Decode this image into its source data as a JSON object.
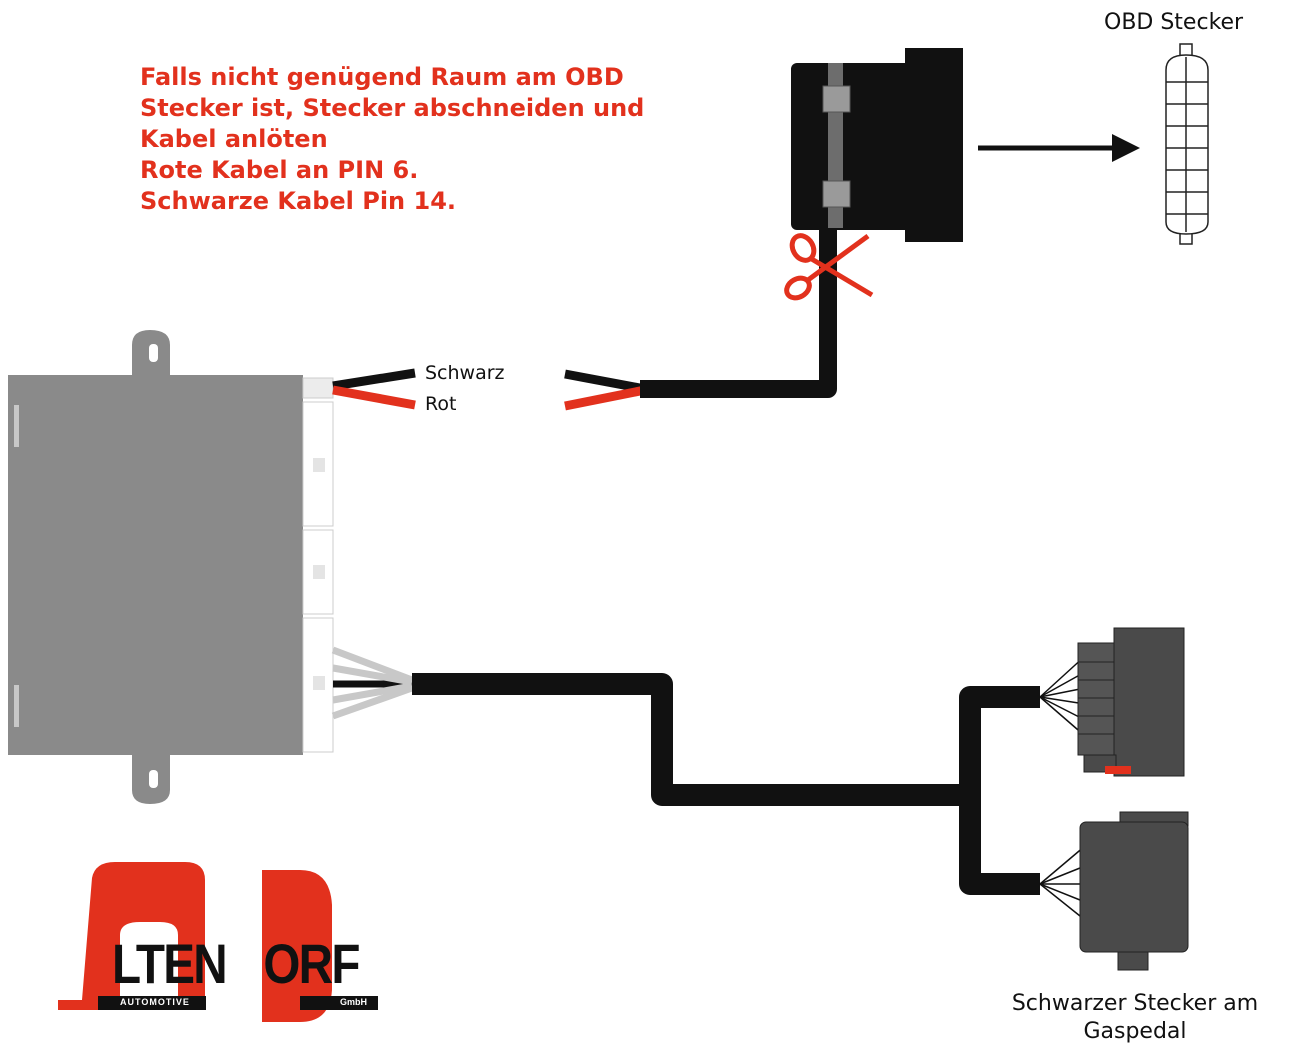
{
  "note": {
    "lines": [
      "Falls nicht genügend Raum am OBD",
      "Stecker ist, Stecker abschneiden und",
      "Kabel anlöten",
      "Rote Kabel an PIN 6.",
      "Schwarze Kabel Pin 14."
    ]
  },
  "labels": {
    "obd_plug": "OBD Stecker",
    "wire_black": "Schwarz",
    "wire_red": "Rot",
    "pedal_plug_line1": "Schwarzer Stecker am",
    "pedal_plug_line2": "Gaspedal"
  },
  "logo": {
    "text": "LTEN",
    "text2": "ORF",
    "sub_left": "AUTOMOTIVE",
    "sub_right": "GmbH"
  },
  "colors": {
    "warning_red": "#e2311d",
    "module_grey": "#8a8a8a",
    "cable_black": "#111111"
  }
}
